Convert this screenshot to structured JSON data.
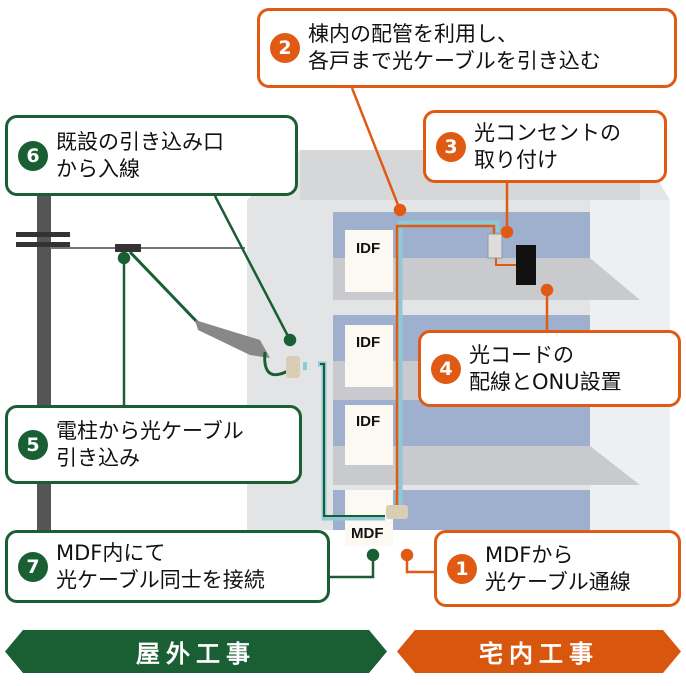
{
  "colors": {
    "outdoor": "#1a5e34",
    "indoor": "#e05a14",
    "cable": "#8fc9d6"
  },
  "callouts": [
    {
      "num": "2",
      "lines": [
        "棟内の配管を利用し、",
        "各戸まで光ケーブルを引き込む"
      ]
    },
    {
      "num": "3",
      "lines": [
        "光コンセントの",
        "取り付け"
      ]
    },
    {
      "num": "6",
      "lines": [
        "既設の引き込み口",
        "から入線"
      ]
    },
    {
      "num": "4",
      "lines": [
        "光コードの",
        "配線とONU設置"
      ]
    },
    {
      "num": "5",
      "lines": [
        "電柱から光ケーブル",
        "引き込み"
      ]
    },
    {
      "num": "7",
      "lines": [
        "MDF内にて",
        "光ケーブル同士を接続"
      ]
    },
    {
      "num": "1",
      "lines": [
        "MDFから",
        "光ケーブル通線"
      ]
    }
  ],
  "building": {
    "idf": "IDF",
    "mdf": "MDF"
  },
  "banners": {
    "outdoor": "屋外工事",
    "indoor": "宅内工事"
  }
}
